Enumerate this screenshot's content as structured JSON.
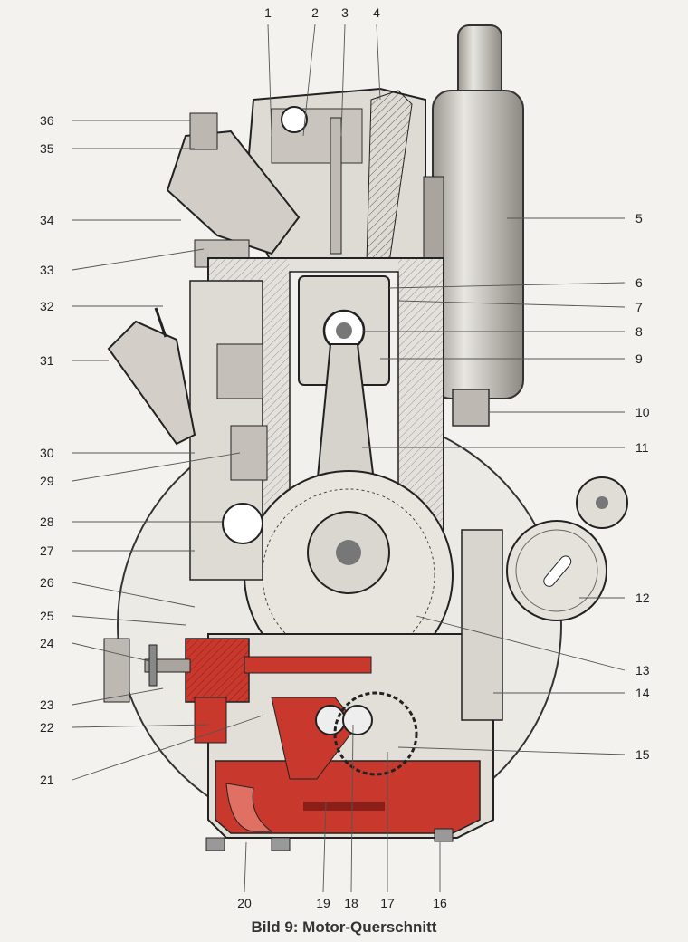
{
  "caption": "Bild 9:  Motor-Querschnitt",
  "callouts": {
    "top": [
      "1",
      "2",
      "3",
      "4"
    ],
    "right": [
      "5",
      "6",
      "7",
      "8",
      "9",
      "10",
      "11",
      "12",
      "13",
      "14",
      "15"
    ],
    "bottom": [
      "16",
      "17",
      "18",
      "19",
      "20"
    ],
    "left": [
      "21",
      "22",
      "23",
      "24",
      "25",
      "26",
      "27",
      "28",
      "29",
      "30",
      "31",
      "32",
      "33",
      "34",
      "35",
      "36"
    ]
  },
  "colors": {
    "oil": "#c8382c",
    "oil_light": "#e07064",
    "metal": "#d9d6d0",
    "ink": "#2a2a2a"
  }
}
